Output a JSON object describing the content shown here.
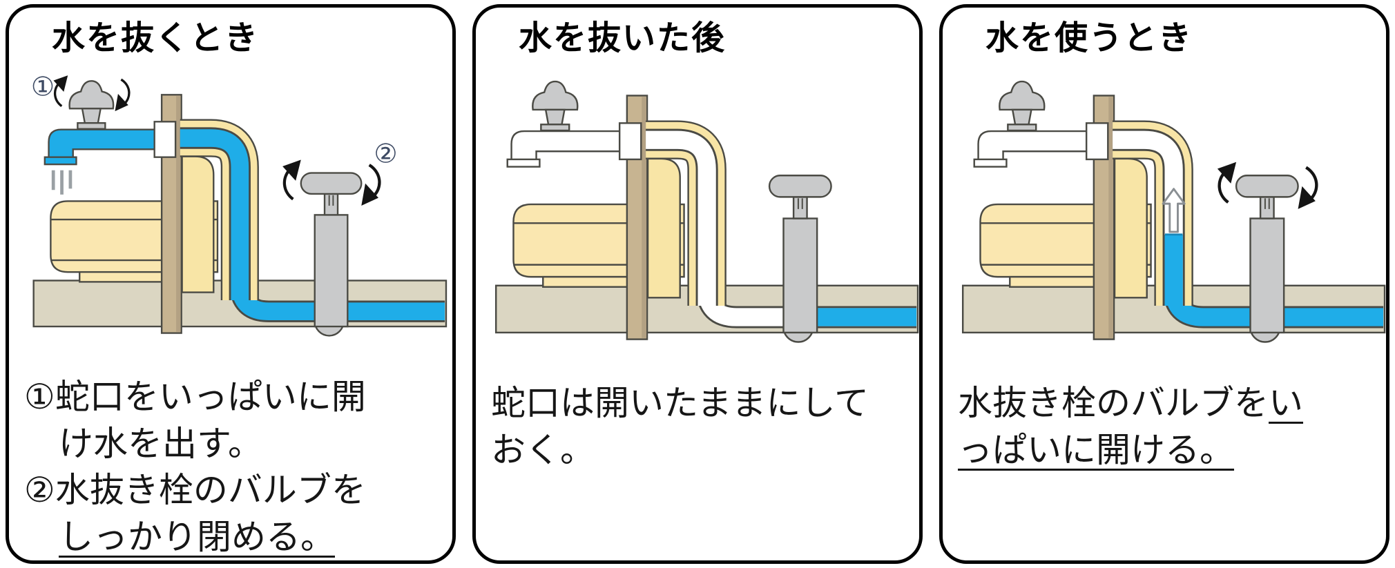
{
  "colors": {
    "water": "#1FADE8",
    "casing": "#F8E5A6",
    "tank": "#FAE7B0",
    "wall": "#C7B491",
    "wall_edge": "#B3A183",
    "ground": "#DBD6C2",
    "metal": "#C9CACB",
    "outline": "#4A4A44"
  },
  "icons": {
    "faucet": "faucet-icon",
    "faucet_handle": "faucet-handle-icon",
    "valve": "drain-valve-icon",
    "rotate": "rotate-arrows-icon",
    "up_arrow": "up-arrow-icon",
    "water_drops": "water-stream-icon"
  },
  "panels": [
    {
      "id": "drain",
      "title": "水を抜くとき",
      "labels": {
        "step1": "①",
        "step2": "②"
      },
      "caption": [
        {
          "segs": [
            {
              "t": "①蛇口をいっぱいに開"
            }
          ]
        },
        {
          "indent": true,
          "segs": [
            {
              "t": "け水を出す。"
            }
          ]
        },
        {
          "segs": [
            {
              "t": "②水抜き栓のバルブを"
            }
          ]
        },
        {
          "indent": true,
          "segs": [
            {
              "t": "しっかり閉める。",
              "u": true
            }
          ]
        }
      ]
    },
    {
      "id": "after",
      "title": "水を抜いた後",
      "caption": [
        {
          "segs": [
            {
              "t": "蛇口は開いたままにして"
            }
          ]
        },
        {
          "segs": [
            {
              "t": "おく。"
            }
          ]
        }
      ]
    },
    {
      "id": "use",
      "title": "水を使うとき",
      "caption": [
        {
          "segs": [
            {
              "t": "水抜き栓のバルブを"
            },
            {
              "t": "い",
              "u": true
            }
          ]
        },
        {
          "segs": [
            {
              "t": "っぱいに開ける。",
              "u": true
            }
          ]
        }
      ]
    }
  ]
}
